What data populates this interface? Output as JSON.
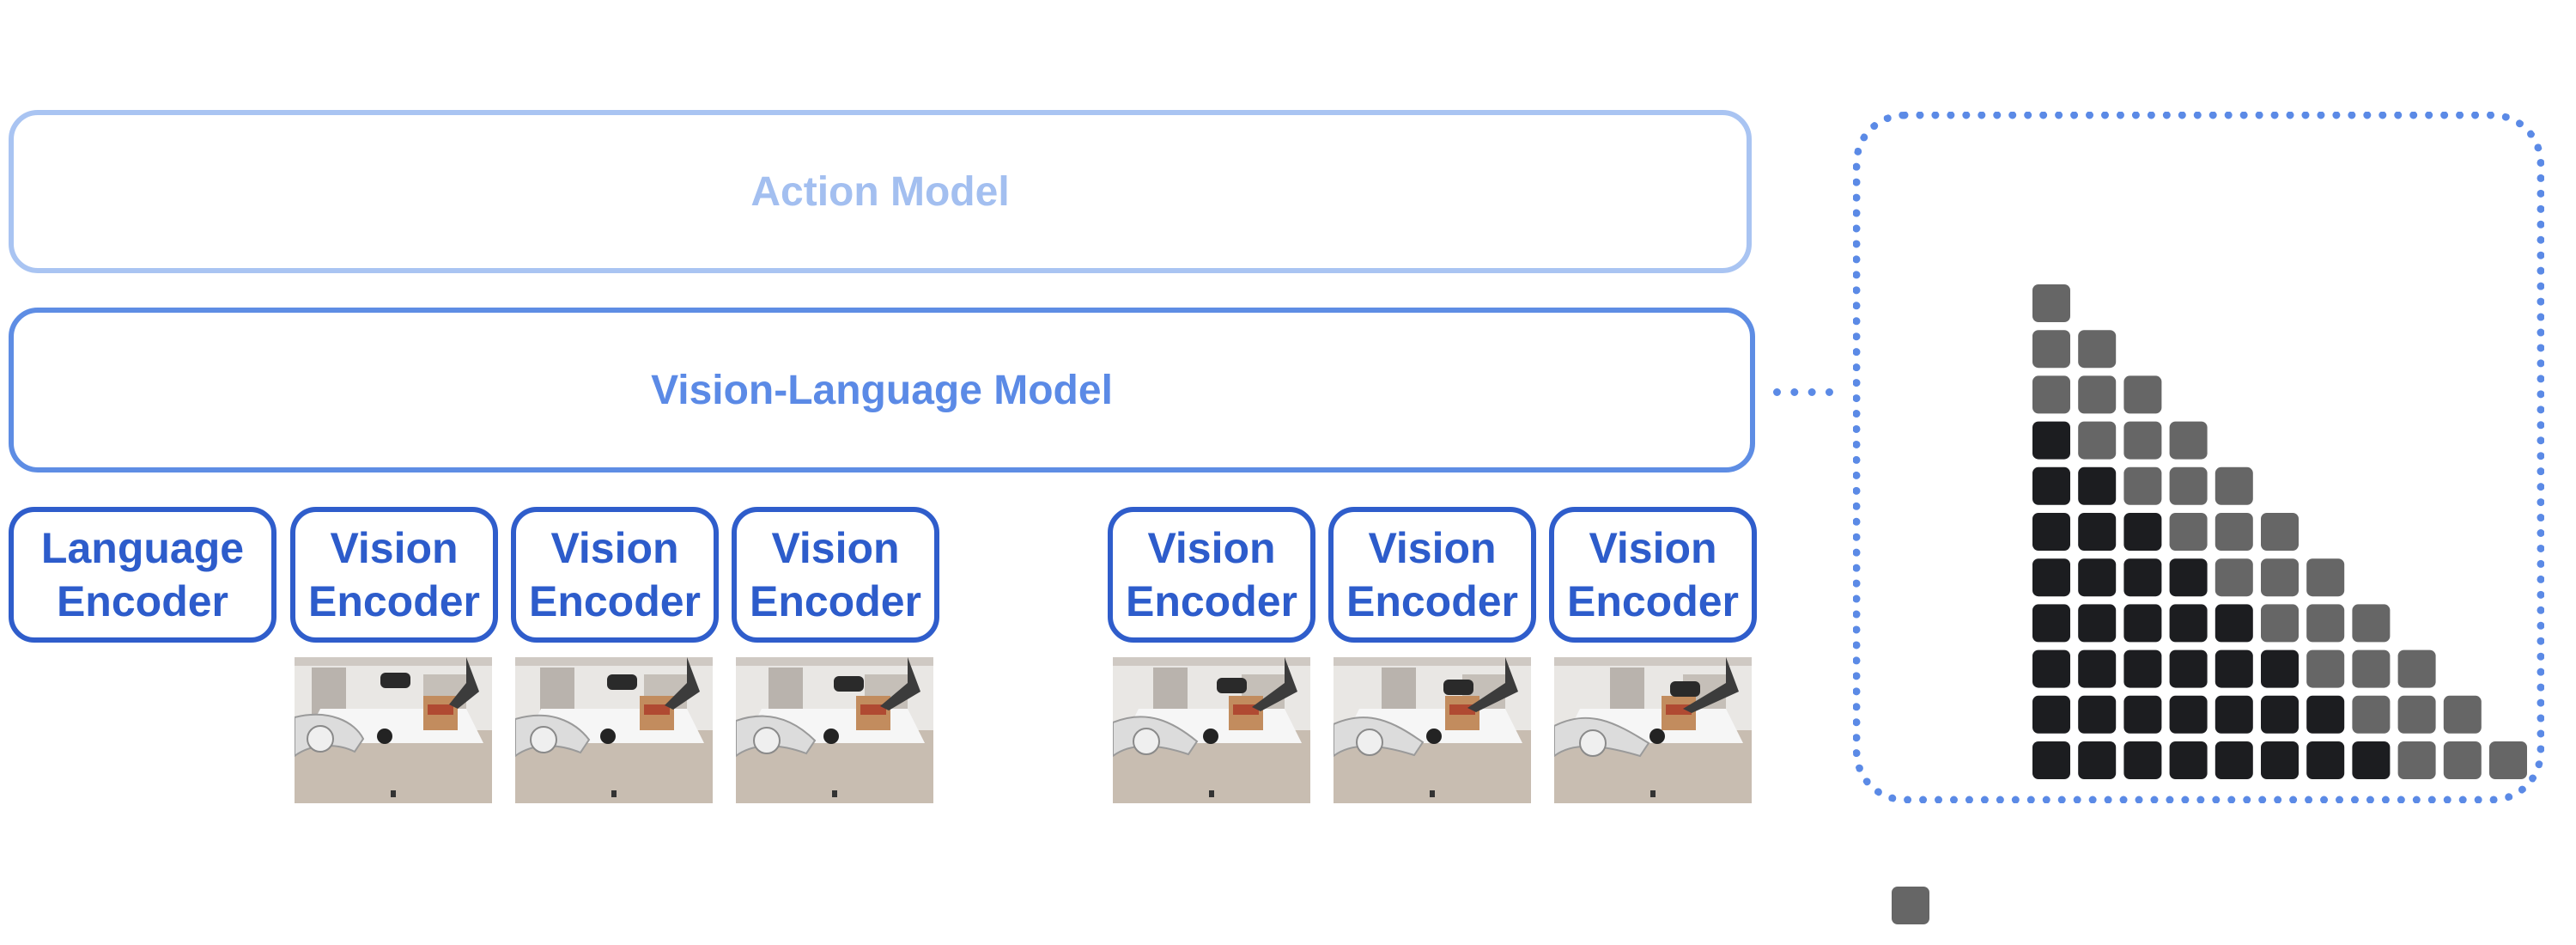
{
  "diagram": {
    "action_model_label": "Action Model",
    "vlm_label": "Vision-Language Model",
    "encoders": [
      {
        "line1": "Language",
        "line2": "Encoder"
      },
      {
        "line1": "Vision",
        "line2": "Encoder"
      },
      {
        "line1": "Vision",
        "line2": "Encoder"
      },
      {
        "line1": "Vision",
        "line2": "Encoder"
      },
      {
        "line1": "Vision",
        "line2": "Encoder"
      },
      {
        "line1": "Vision",
        "line2": "Encoder"
      },
      {
        "line1": "Vision",
        "line2": "Encoder"
      }
    ],
    "camera_frames": [
      {
        "scene": "robot-arm-table-1"
      },
      {
        "scene": "robot-arm-table-2"
      },
      {
        "scene": "robot-arm-table-3"
      },
      {
        "scene": "robot-arm-table-4"
      },
      {
        "scene": "robot-arm-table-5"
      },
      {
        "scene": "robot-arm-table-6"
      }
    ],
    "attention_mask": {
      "rows": 11,
      "dark_cells_per_row": [
        0,
        0,
        0,
        1,
        2,
        3,
        4,
        5,
        6,
        7,
        8
      ],
      "gray_cells_per_row": [
        1,
        2,
        3,
        3,
        3,
        3,
        3,
        3,
        3,
        3,
        3
      ],
      "colors": {
        "dark": "#1c1d20",
        "gray": "#666666"
      }
    },
    "colors": {
      "action_model": "#a9c4f2",
      "vlm": "#5e8de4",
      "encoder": "#2f5dcb"
    }
  }
}
